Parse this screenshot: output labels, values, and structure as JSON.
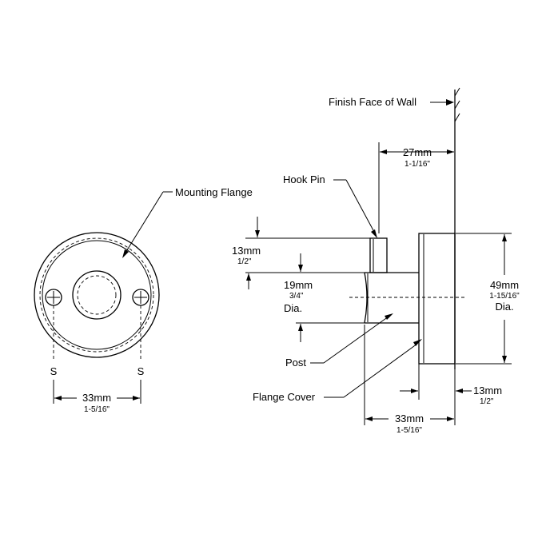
{
  "front_view": {
    "mounting_flange_label": "Mounting Flange",
    "screw_left_label": "S",
    "screw_right_label": "S",
    "width_mm": "33mm",
    "width_in": "1-5/16\""
  },
  "side_view": {
    "finish_face_label": "Finish Face of Wall",
    "depth_mm": "27mm",
    "depth_in": "1-1/16\"",
    "hook_pin_label": "Hook Pin",
    "pin_height_mm": "13mm",
    "pin_height_in": "1/2\"",
    "post_dia_mm": "19mm",
    "post_dia_in": "3/4\"",
    "post_dia_suffix": "Dia.",
    "post_label": "Post",
    "flange_dia_mm": "49mm",
    "flange_dia_in": "1-15/16\"",
    "flange_dia_suffix": "Dia.",
    "flange_cover_label": "Flange Cover",
    "flange_thick_mm": "13mm",
    "flange_thick_in": "1/2\"",
    "base_width_mm": "33mm",
    "base_width_in": "1-5/16\""
  }
}
